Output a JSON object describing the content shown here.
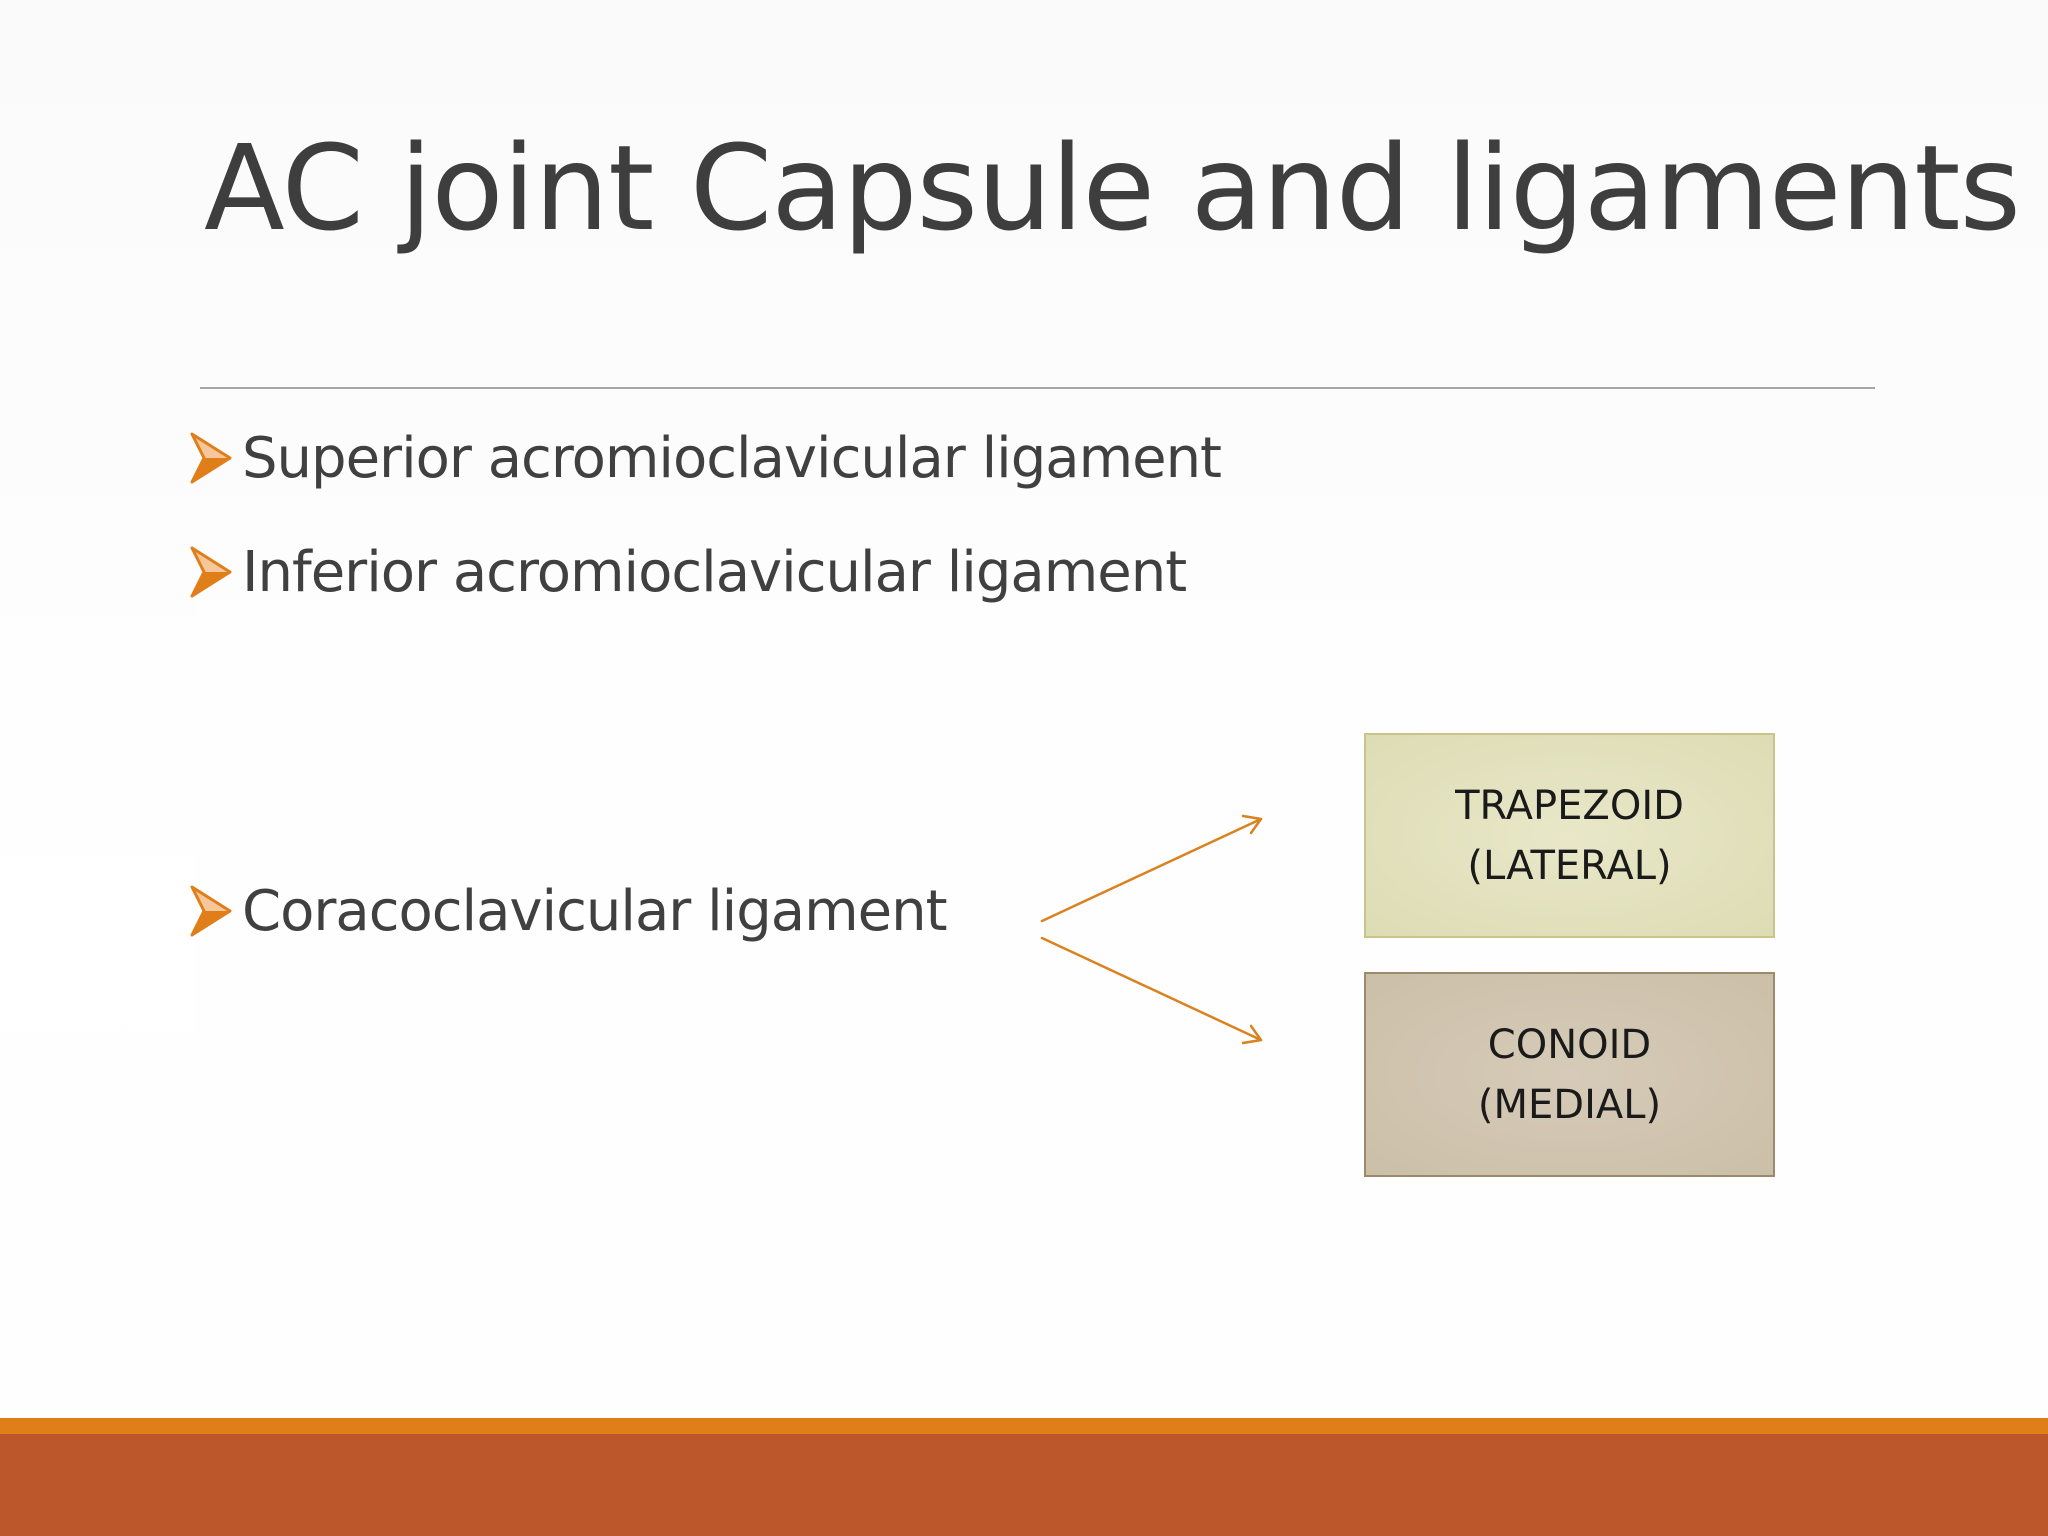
{
  "slide": {
    "title": "AC joint Capsule and ligaments",
    "bullets": [
      "Superior acromioclavicular ligament",
      "Inferior acromioclavicular ligament",
      "Coracoclavicular ligament"
    ],
    "branches": [
      {
        "line1": "TRAPEZOID",
        "line2": "(LATERAL)"
      },
      {
        "line1": "CONOID",
        "line2": "(MEDIAL)"
      }
    ]
  },
  "icons": {
    "bullet": "arrowhead-bullet-icon",
    "connector": "branch-arrow-icon"
  },
  "colors": {
    "accent_orange": "#e07e1a",
    "footer_rust": "#bc572c",
    "title_text": "#3e3e3e",
    "body_text": "#404040",
    "trapezoid_fill": "#e2e0bd",
    "conoid_fill": "#cfc4ae"
  }
}
